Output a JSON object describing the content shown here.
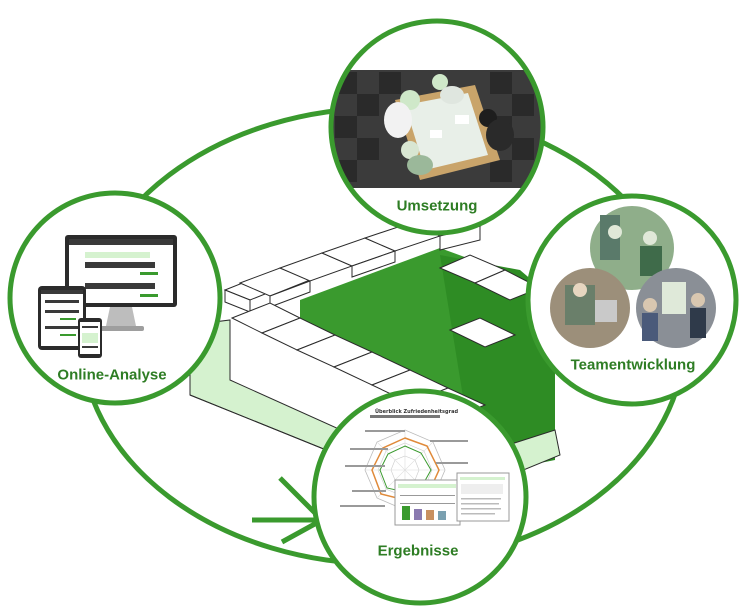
{
  "colors": {
    "accent": "#3a9a2e",
    "accent_dark": "#2e7d24",
    "accent_light": "#d5f2cf",
    "stair_face": "#ffffff",
    "stair_edge": "#2b2b2b"
  },
  "nodes": {
    "umsetzung": {
      "label": "Umsetzung",
      "image": "team-meeting-photo"
    },
    "teamentwicklung": {
      "label": "Teamentwicklung",
      "image": "teamwork-photos"
    },
    "ergebnisse": {
      "label": "Ergebnisse",
      "image": "results-report",
      "report_title": "Überblick Zufriedenheitsgrad"
    },
    "online_analyse": {
      "label": "Online-Analyse",
      "image": "devices-mockup"
    }
  }
}
